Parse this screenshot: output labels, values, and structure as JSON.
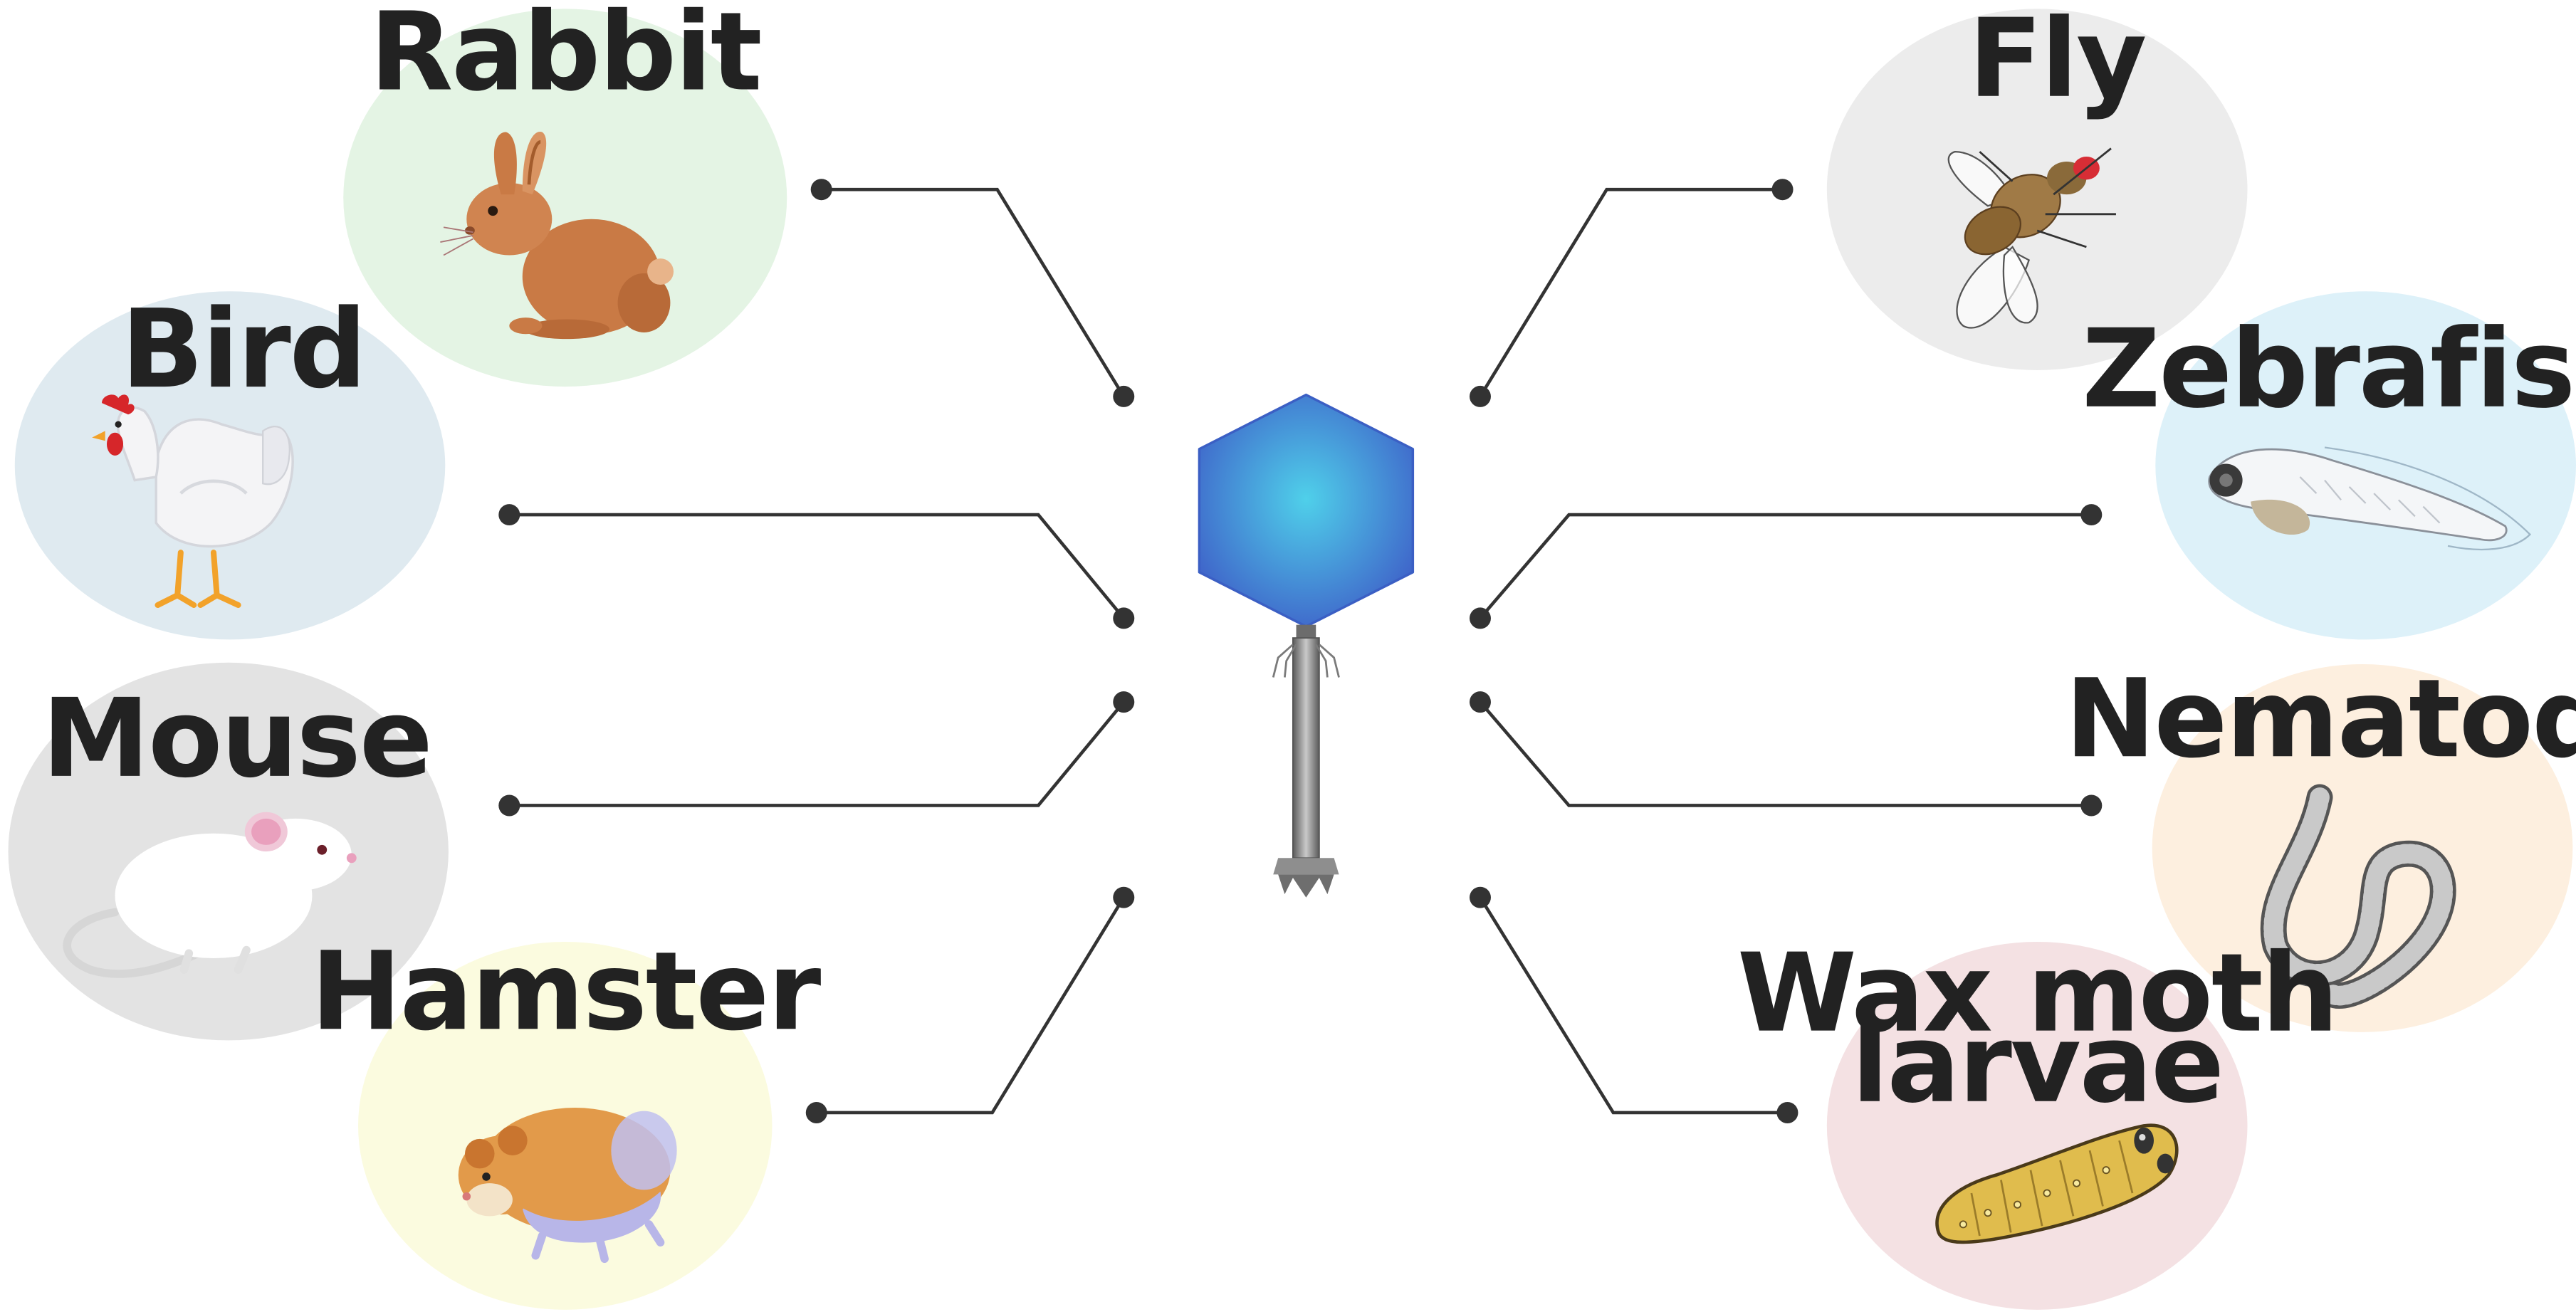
{
  "organisms": [
    {
      "id": "rabbit",
      "label": "Rabbit",
      "color": "#e4f4e4",
      "icon": "rabbit-icon"
    },
    {
      "id": "bird",
      "label": "Bird",
      "color": "#dfeaf0",
      "icon": "chicken-icon"
    },
    {
      "id": "mouse",
      "label": "Mouse",
      "color": "#e3e3e3",
      "icon": "mouse-icon"
    },
    {
      "id": "hamster",
      "label": "Hamster",
      "color": "#fbfbdf",
      "icon": "hamster-icon"
    },
    {
      "id": "fly",
      "label": "Fly",
      "color": "#ececec",
      "icon": "fly-icon"
    },
    {
      "id": "zebrafish",
      "label": "Zebrafish",
      "color": "#ddf1f9",
      "icon": "zebrafish-larva-icon"
    },
    {
      "id": "nematode",
      "label": "Nematode",
      "color": "#fdefdf",
      "icon": "nematode-icon"
    },
    {
      "id": "waxmoth",
      "label": "Wax moth larvae",
      "label_lines": [
        "Wax moth",
        "larvae"
      ],
      "color": "#f4e1e3",
      "icon": "wax-moth-larva-icon"
    }
  ],
  "center": {
    "icon": "bacteriophage-icon",
    "head_color": "#4d9be0",
    "tail_color": "#8a8a8a"
  },
  "connector_color": "#333333"
}
